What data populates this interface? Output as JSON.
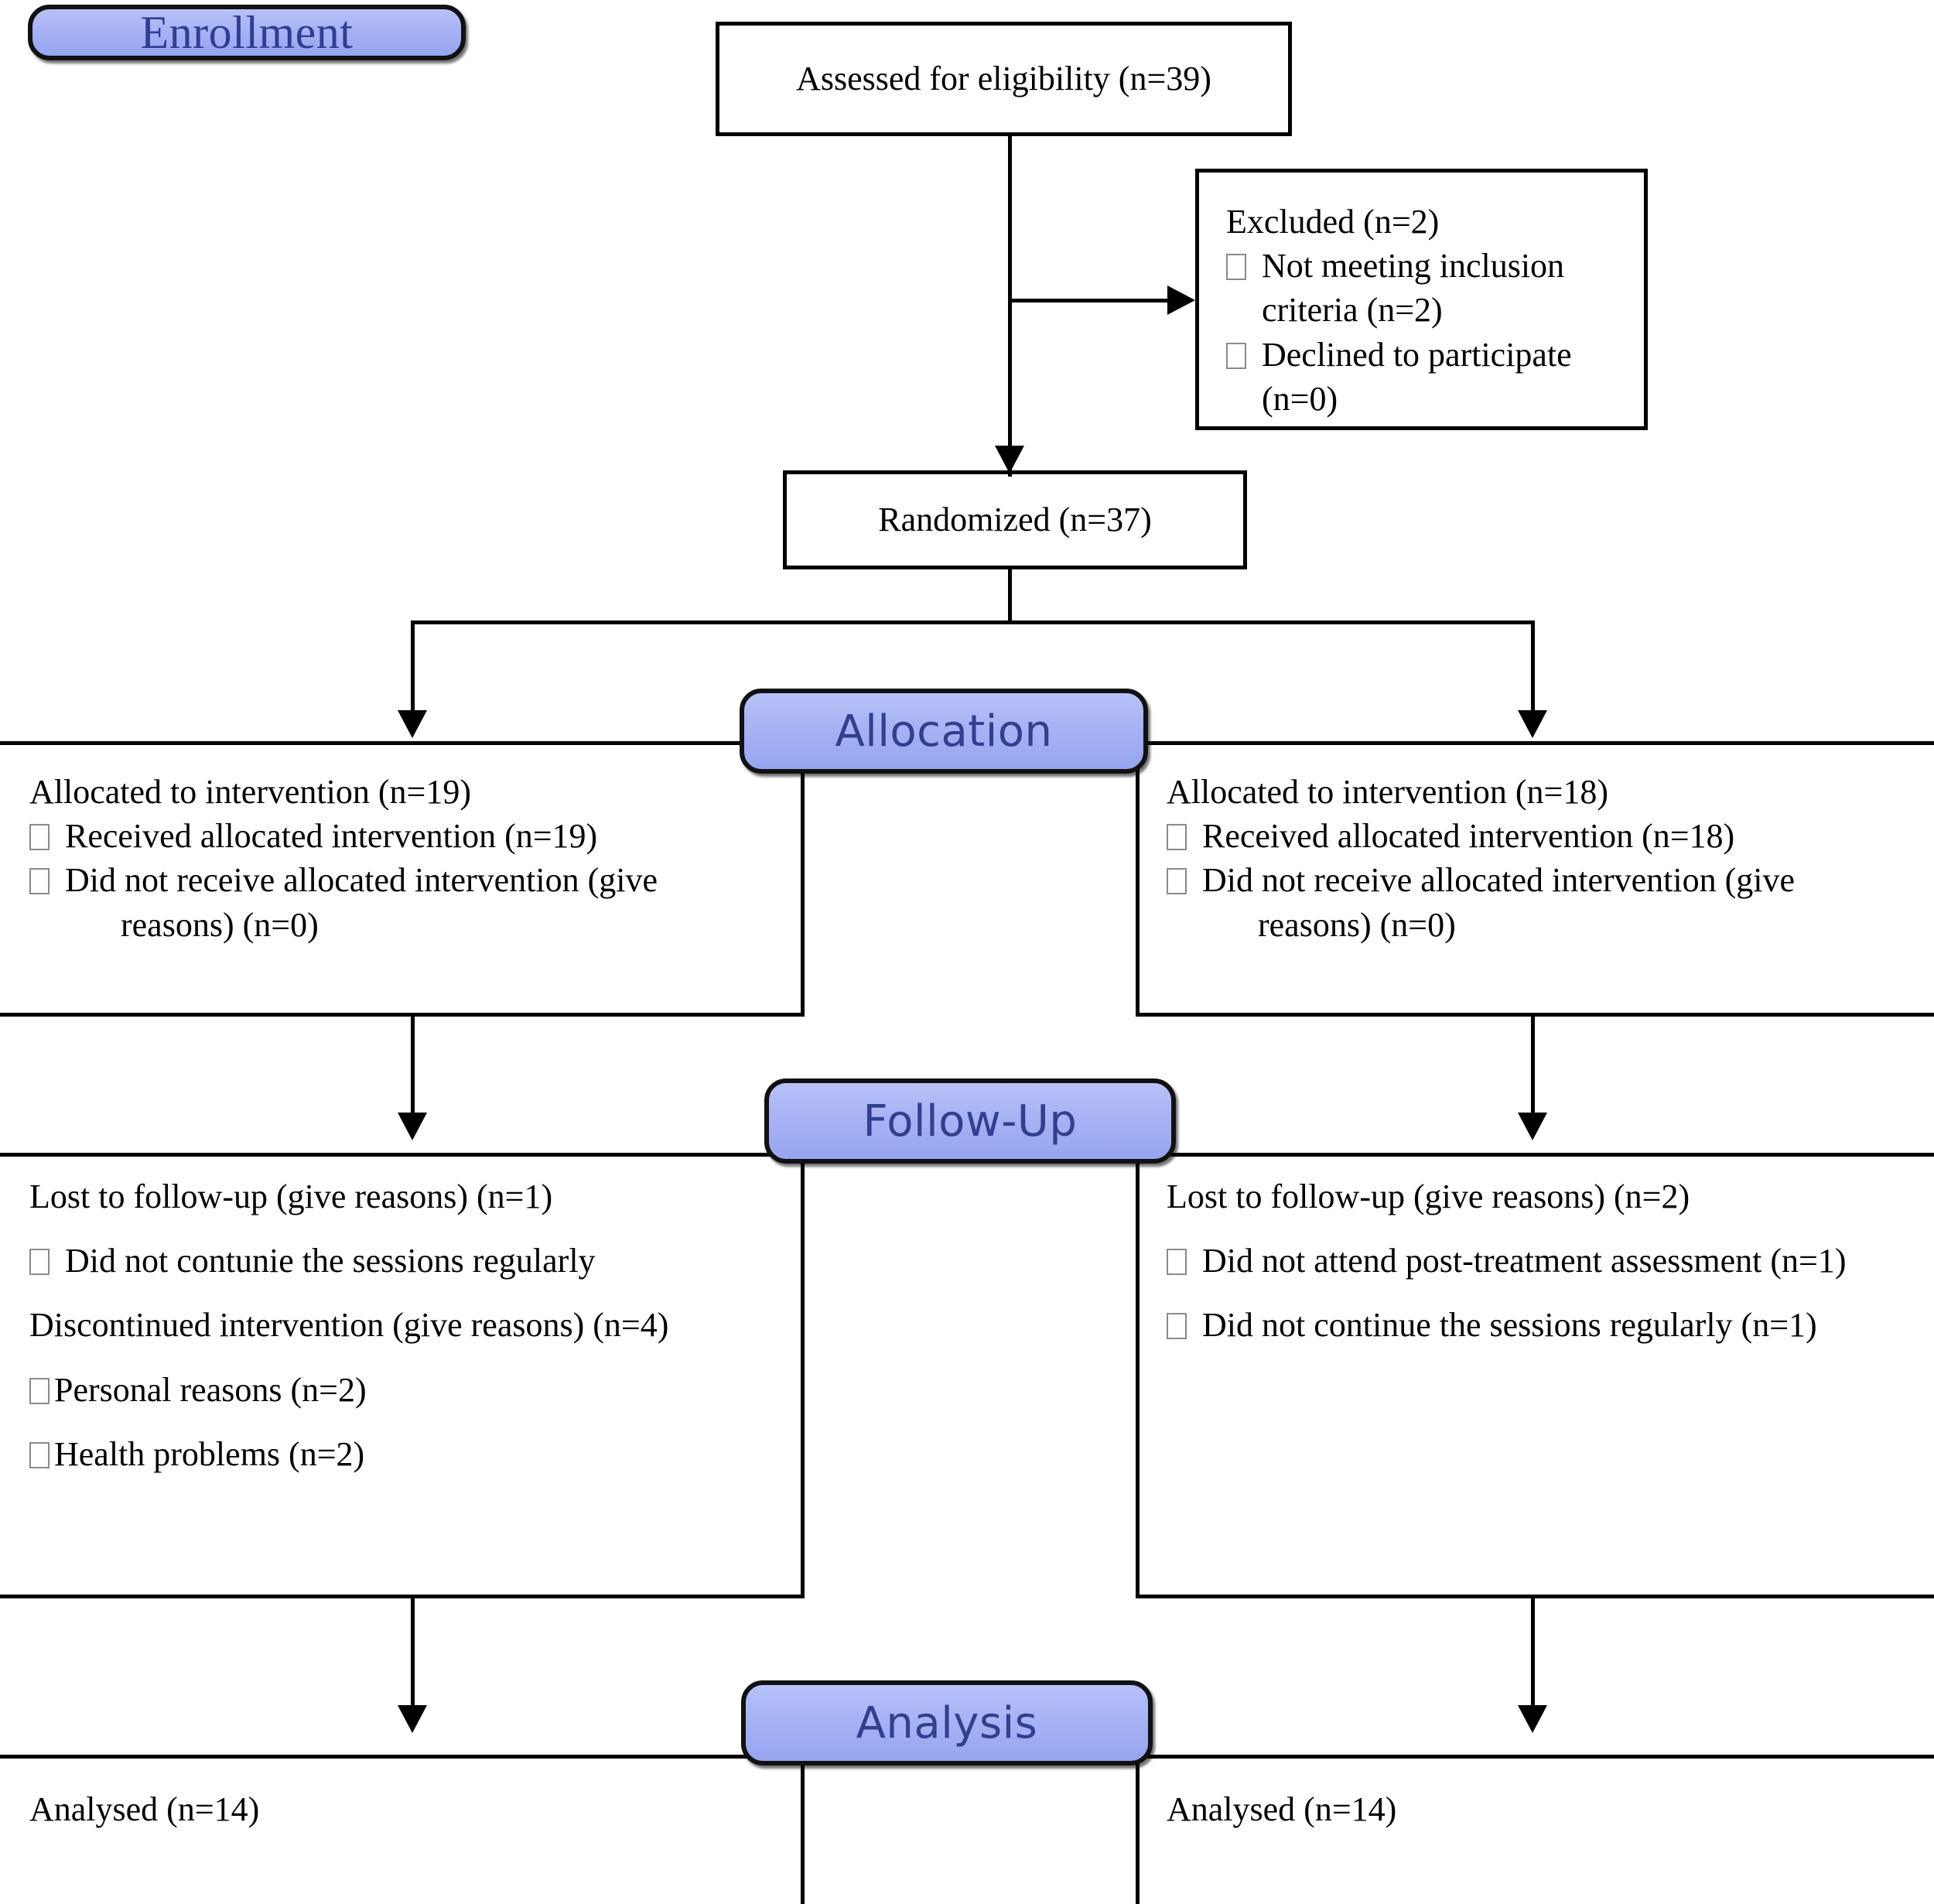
{
  "diagram": {
    "title": "CONSORT participant flow diagram",
    "accent_color": "#a7b3f4",
    "banner_text_color": "#313f8f",
    "line_color": "#000000"
  },
  "stages": {
    "enrollment": "Enrollment",
    "allocation": "Allocation",
    "followup": "Follow-Up",
    "analysis": "Analysis"
  },
  "enrollment": {
    "assessed": "Assessed for eligibility (n=39)",
    "excluded": {
      "heading": "Excluded  (n=2)",
      "items": [
        "Not meeting inclusion criteria (n=2)",
        "Declined to participate (n=0)"
      ]
    },
    "randomized": "Randomized (n=37)"
  },
  "allocation": {
    "left": {
      "heading": "Allocated to intervention (n=19)",
      "items": [
        "Received allocated intervention (n=19)",
        "Did not receive allocated intervention (give"
      ],
      "continuation": "reasons) (n=0)"
    },
    "right": {
      "heading": "Allocated to intervention (n=18)",
      "items": [
        "Received allocated intervention (n=18)",
        "Did not receive allocated intervention (give"
      ],
      "continuation": "reasons) (n=0)"
    }
  },
  "followup": {
    "left": {
      "lost_heading": "Lost to follow-up (give reasons) (n=1)",
      "lost_items": [
        "Did not contunie the sessions regularly"
      ],
      "discontinued_heading": "Discontinued intervention (give reasons) (n=4)",
      "discontinued_items": [
        "Personal reasons (n=2)",
        "Health problems (n=2)"
      ]
    },
    "right": {
      "lost_heading": "Lost to follow-up (give reasons) (n=2)",
      "lost_items": [
        "Did not attend post-treatment assessment (n=1)",
        "Did not continue the sessions regularly (n=1)"
      ]
    }
  },
  "analysis": {
    "left": "Analysed  (n=14)",
    "right": "Analysed  (n=14)"
  }
}
